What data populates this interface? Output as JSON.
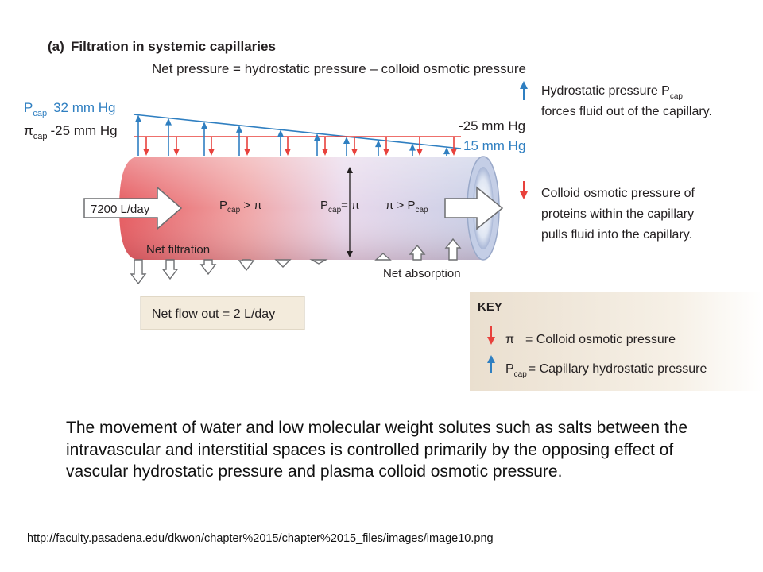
{
  "figure": {
    "panel_letter": "(a)",
    "title": "Filtration in systemic capillaries",
    "equation": "Net pressure = hydrostatic pressure – colloid osmotic pressure",
    "left_labels": {
      "pcap_symbol": "P",
      "pcap_sub": "cap",
      "pcap_value": "32 mm Hg",
      "pi_symbol": "π",
      "pi_sub": "cap",
      "pi_value": "-25 mm Hg"
    },
    "right_values": {
      "pi_end": "-25 mm Hg",
      "pcap_end": "15 mm Hg"
    },
    "inflow_label": "7200 L/day",
    "zone_labels": {
      "left_p": "P",
      "left_sub": "cap",
      "left_rest": " > π",
      "mid_p": "P",
      "mid_sub": "cap",
      "mid_rest": "= π",
      "right_pre": "π > P",
      "right_sub": "cap"
    },
    "net_filtration": "Net filtration",
    "net_absorption": "Net absorption",
    "net_flow_out": "Net flow out = 2 L/day",
    "legend_right": {
      "hydro_line1_pre": "Hydrostatic pressure P",
      "hydro_line1_sub": "cap",
      "hydro_line2": "forces fluid out of the capillary.",
      "colloid_line1": "Colloid osmotic pressure of",
      "colloid_line2": "proteins within the capillary",
      "colloid_line3": "pulls fluid into the capillary."
    },
    "key": {
      "title": "KEY",
      "pi_symbol": "π",
      "pi_text": "=  Colloid osmotic pressure",
      "pcap_symbol": "P",
      "pcap_sub": "cap",
      "pcap_text": "= Capillary hydrostatic pressure"
    },
    "colors": {
      "hydrostatic_blue": "#2f7fc1",
      "osmotic_red": "#e8413c",
      "panel_tan": "#f3ebdc"
    }
  },
  "caption": "The movement of water and low molecular weight solutes such as salts between the intravascular and interstitial spaces is controlled primarily by the opposing effect of vascular hydrostatic pressure and plasma colloid osmotic pressure.",
  "source_url": "http://faculty.pasadena.edu/dkwon/chapter%2015/chapter%2015_files/images/image10.png"
}
